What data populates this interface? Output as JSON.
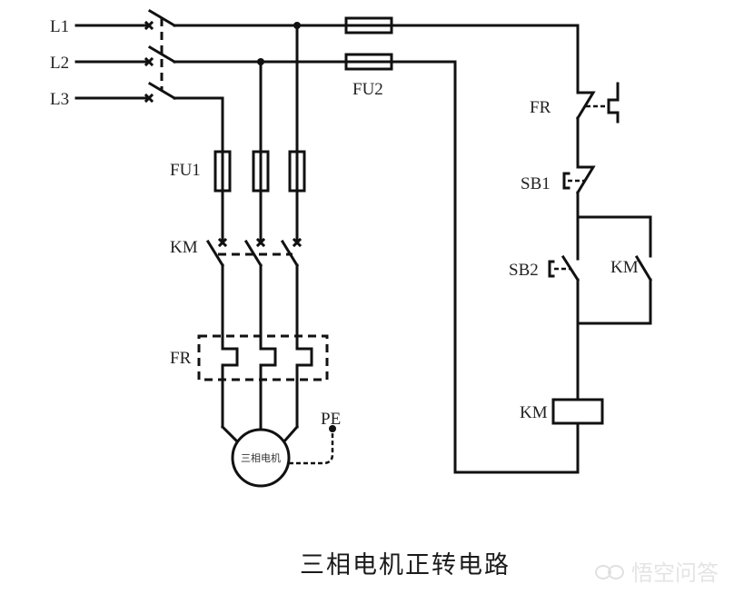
{
  "title": "三相电机正转电路",
  "watermark": "悟空问答",
  "labels": {
    "l1": "L1",
    "l2": "L2",
    "l3": "L3",
    "fu1": "FU1",
    "fu2": "FU2",
    "km_main": "KM",
    "fr_main": "FR",
    "pe": "PE",
    "motor": "三相电机",
    "fr_control": "FR",
    "sb1": "SB1",
    "sb2": "SB2",
    "km_aux": "KM",
    "km_coil": "KM"
  },
  "components": [
    {
      "id": "QS",
      "type": "three-pole-isolator-switch"
    },
    {
      "id": "FU1",
      "type": "main-circuit-fuses",
      "count": 3
    },
    {
      "id": "FU2",
      "type": "control-circuit-fuses",
      "count": 2
    },
    {
      "id": "KM",
      "type": "contactor-main-contacts",
      "count": 3
    },
    {
      "id": "FR",
      "type": "thermal-overload-relay-elements",
      "count": 3
    },
    {
      "id": "M",
      "type": "three-phase-motor"
    },
    {
      "id": "PE",
      "type": "protective-earth"
    },
    {
      "id": "FR",
      "type": "overload-nc-contact"
    },
    {
      "id": "SB1",
      "type": "stop-pushbutton-nc"
    },
    {
      "id": "SB2",
      "type": "start-pushbutton-no"
    },
    {
      "id": "KM",
      "type": "self-holding-no-contact"
    },
    {
      "id": "KM",
      "type": "contactor-coil"
    }
  ]
}
